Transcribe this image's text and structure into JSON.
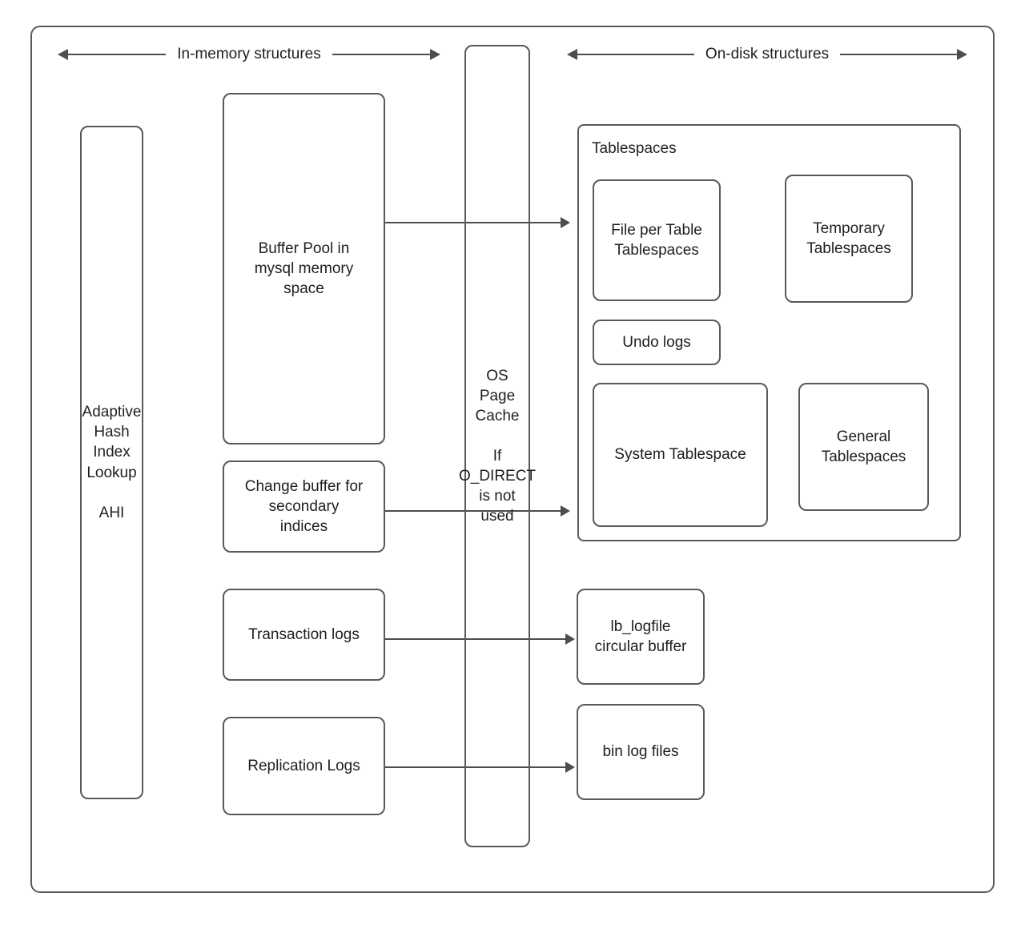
{
  "diagram": {
    "title": "MySQL InnoDB memory and disk structures",
    "stroke_color": "#59595b",
    "arrow_color": "#4d4d4f",
    "background": "#ffffff"
  },
  "headers": {
    "left": "In-memory structures",
    "right": "On-disk structures"
  },
  "memory": {
    "ahi": "Adaptive\nHash\nIndex\nLookup\n\nAHI",
    "buffer_pool": "Buffer Pool in\nmysql memory\nspace",
    "change_buffer": "Change buffer for\nsecondary\nindices",
    "transaction_logs": "Transaction logs",
    "replication_logs": "Replication Logs"
  },
  "middle": {
    "os_page_cache": "OS\nPage\nCache\n\nIf\nO_DIRECT\nis not\nused"
  },
  "disk": {
    "tablespaces_title": "Tablespaces",
    "file_per_table": "File per Table\nTablespaces",
    "temporary": "Temporary\nTablespaces",
    "undo_logs": "Undo logs",
    "system": "System Tablespace",
    "general": "General\nTablespaces",
    "ib_logfile": "lb_logfile\ncircular buffer",
    "bin_log_files": "bin log files"
  },
  "connections": [
    {
      "name": "buffer-pool-to-tablespaces",
      "from": "buffer_pool",
      "to": "file_per_table"
    },
    {
      "name": "change-buffer-to-tablespaces",
      "from": "change_buffer",
      "to": "system_tablespace"
    },
    {
      "name": "transaction-logs-to-ib-logfile",
      "from": "transaction_logs",
      "to": "ib_logfile"
    },
    {
      "name": "replication-logs-to-bin-log-files",
      "from": "replication_logs",
      "to": "bin_log_files"
    }
  ]
}
